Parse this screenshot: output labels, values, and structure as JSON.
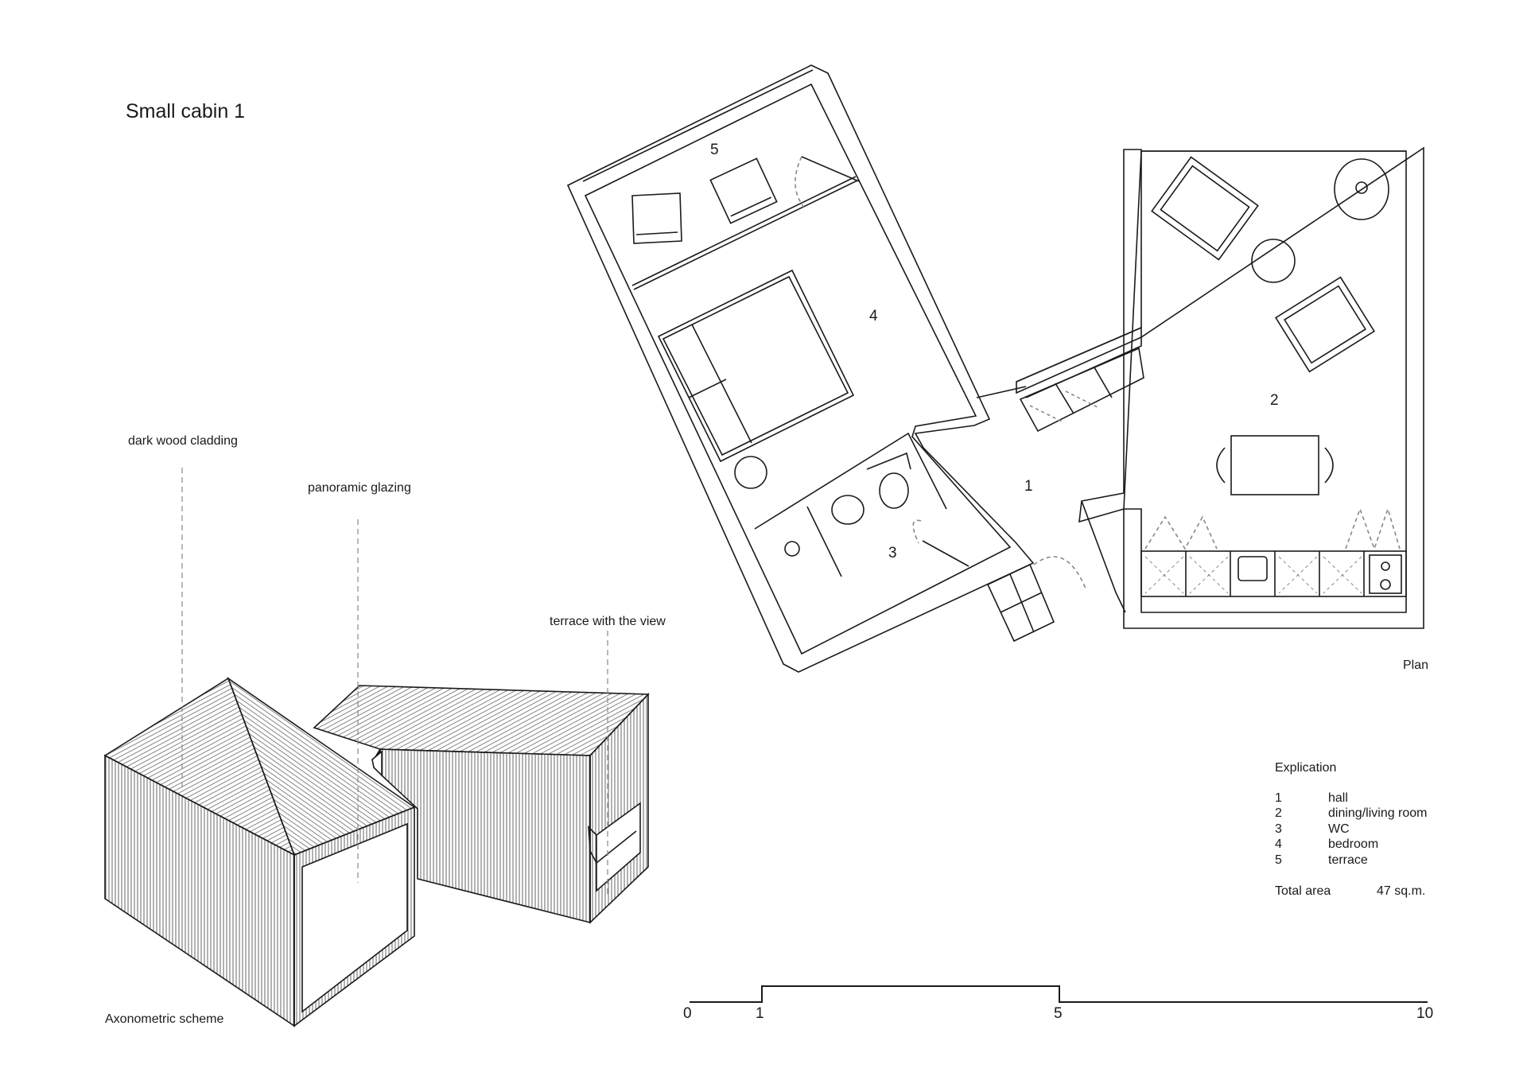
{
  "title": "Small cabin 1",
  "axonometric": {
    "caption": "Axonometric scheme",
    "callouts": [
      "dark wood cladding",
      "panoramic glazing",
      "terrace with the view"
    ]
  },
  "plan": {
    "caption": "Plan",
    "room_numbers": [
      "1",
      "2",
      "3",
      "4",
      "5"
    ]
  },
  "explication": {
    "heading": "Explication",
    "rooms": [
      {
        "num": "1",
        "name": "hall"
      },
      {
        "num": "2",
        "name": "dining/living room"
      },
      {
        "num": "3",
        "name": "WC"
      },
      {
        "num": "4",
        "name": "bedroom"
      },
      {
        "num": "5",
        "name": "terrace"
      }
    ],
    "total_label": "Total area",
    "total_value": "47 sq.m."
  },
  "scale_bar": {
    "ticks": [
      "0",
      "1",
      "5",
      "10"
    ]
  },
  "colors": {
    "line": "#1a1a1a",
    "hatch": "#555555",
    "dash": "#888888",
    "paper": "#ffffff"
  }
}
